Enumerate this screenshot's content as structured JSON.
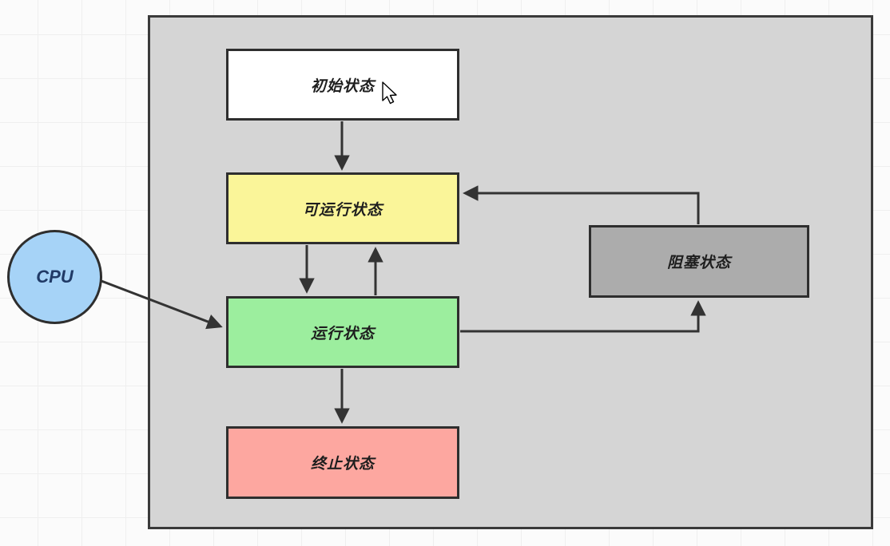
{
  "diagram": {
    "nodes": [
      {
        "id": "initial",
        "label": "初始状态",
        "shape": "rect",
        "fill": "#ffffff"
      },
      {
        "id": "runnable",
        "label": "可运行状态",
        "shape": "rect",
        "fill": "#faf599"
      },
      {
        "id": "running",
        "label": "运行状态",
        "shape": "rect",
        "fill": "#9cee9e"
      },
      {
        "id": "terminated",
        "label": "终止状态",
        "shape": "rect",
        "fill": "#fda7a0"
      },
      {
        "id": "blocked",
        "label": "阻塞状态",
        "shape": "rect",
        "fill": "#acacac"
      },
      {
        "id": "cpu",
        "label": "CPU",
        "shape": "circle",
        "fill": "#a6d3f7",
        "text_color": "#203a66"
      }
    ],
    "edges": [
      {
        "from": "initial",
        "to": "runnable"
      },
      {
        "from": "runnable",
        "to": "running"
      },
      {
        "from": "running",
        "to": "runnable"
      },
      {
        "from": "running",
        "to": "terminated"
      },
      {
        "from": "running",
        "to": "blocked"
      },
      {
        "from": "blocked",
        "to": "runnable"
      },
      {
        "from": "cpu",
        "to": "running"
      }
    ],
    "colors": {
      "page_background": "#fbfbfb",
      "grid_line": "#efefef",
      "frame_fill": "#d5d5d5",
      "frame_border": "#3a3a3a",
      "node_border": "#2e2e2e",
      "arrow": "#333333",
      "label_text": "#1e1e1e"
    }
  }
}
